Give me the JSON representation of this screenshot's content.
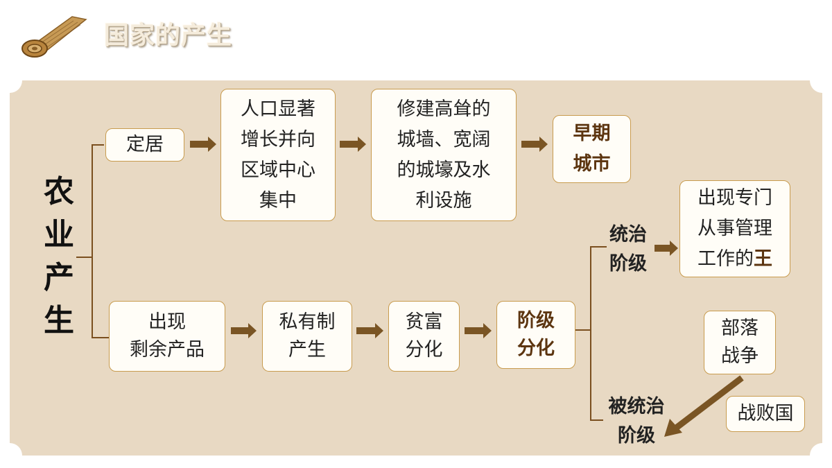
{
  "header": {
    "title": "国家的产生",
    "icon": "scroll-icon"
  },
  "diagram": {
    "root": "农\n业\n产\n生",
    "top_branch": {
      "settle": "定居",
      "population": "人口显著\n增长并向\n区域中心\n集中",
      "walls": "修建高耸的\n城墙、宽阔\n的城壕及水\n利设施",
      "early_city": "早期\n城市"
    },
    "bottom_branch": {
      "surplus": "出现\n剩余产品",
      "private": "私有制\n产生",
      "wealth": "贫富\n分化",
      "class_div": "阶级\n分化"
    },
    "classes": {
      "ruling": "统治\n阶级",
      "ruled": "被统治\n阶级",
      "king_prefix": "出现专门\n从事管理\n工作的",
      "king_suffix": "王",
      "war": "部落\n战争",
      "defeated": "战败国"
    }
  },
  "colors": {
    "panel": "#e8d9c3",
    "border": "#c89b4e",
    "arrow": "#7a5524",
    "highlight": "#5c3510"
  }
}
